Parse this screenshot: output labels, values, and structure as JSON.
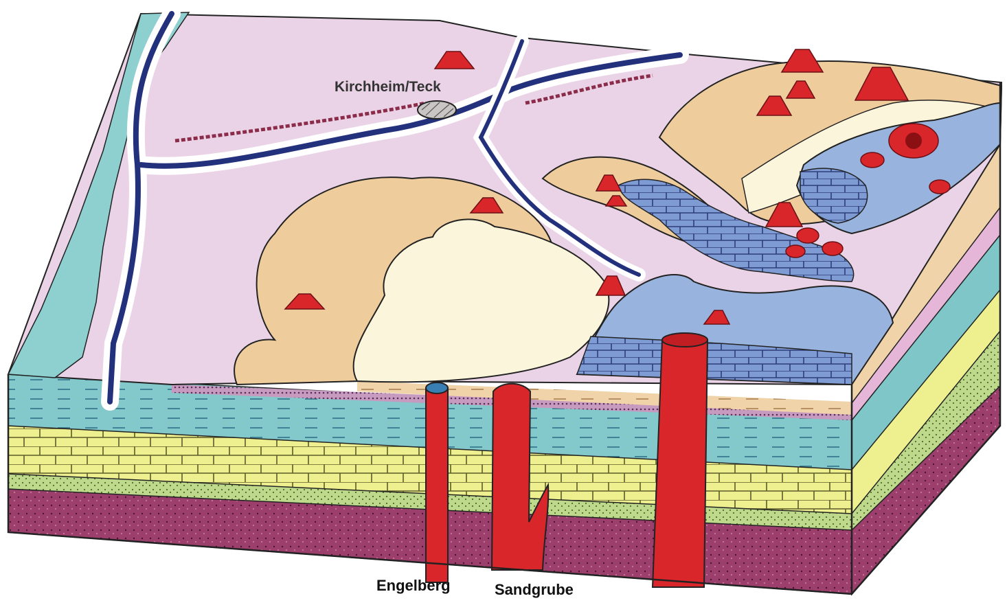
{
  "labels": {
    "town": "Kirchheim/Teck",
    "site_engelberg": "Engelberg",
    "site_sandgrube": "Sandgrube"
  },
  "colors": {
    "plateau_pink": "#ead3e6",
    "lower_sandstone": "#eecc9c",
    "pale_sand": "#fbf5dc",
    "blue_limestone": "#98b4de",
    "blue_limestone_dark": "#7791cc",
    "river": "#23317c",
    "river_light": "#ffffff",
    "teal_layer": "#7fc6c9",
    "yellow_layer": "#eef08f",
    "green_layer": "#bfd98c",
    "maroon_layer": "#9c3f6c",
    "volcanic_red": "#d8262b",
    "outline": "#222222"
  },
  "legend": []
}
